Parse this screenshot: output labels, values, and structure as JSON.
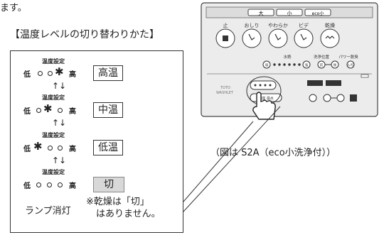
{
  "intro_text": "ます。",
  "heading": "【温度レベルの切り替わりかた】",
  "setting_label": "温度設定",
  "low_char": "低",
  "high_char": "高",
  "levels": [
    {
      "label": "高温"
    },
    {
      "label": "中温"
    },
    {
      "label": "低温"
    },
    {
      "label": "切"
    }
  ],
  "lamp_off_label": "ランプ消灯",
  "note_line1": "※乾燥は「切」",
  "note_line2": "はありません。",
  "caption": "（図は S2A（eco小洗浄付））",
  "panel": {
    "top_buttons": [
      "大",
      "小",
      "eco小"
    ],
    "buttons": [
      "止",
      "おしり",
      "やわらか",
      "ビデ",
      "乾燥"
    ],
    "water_label": "水勢",
    "nozzle_label": "洗浄位置",
    "power_label": "パワー脱臭",
    "weak": "弱",
    "strong": "強",
    "front": "前",
    "back": "後",
    "onoff": "入/切",
    "brand1": "TOTO",
    "brand2": "WASHLET"
  }
}
